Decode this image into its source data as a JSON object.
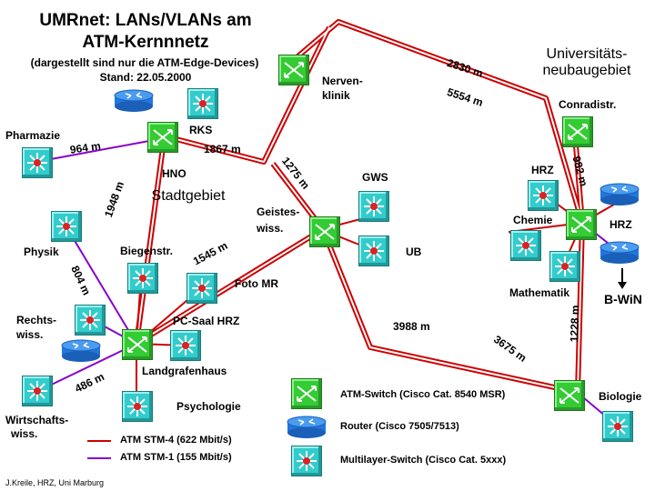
{
  "title": {
    "line1": "UMRnet: LANs/VLANs am",
    "line2": "ATM-Kernnnetz",
    "line3": "(dargestellt sind nur die ATM-Edge-Devices)",
    "line4": "Stand: 22.05.2000"
  },
  "regions": {
    "stadtgebiet": "Stadtgebiet",
    "uni_line1": "Universitäts-",
    "uni_line2": "neubaugebiet"
  },
  "labels": {
    "rks": "RKS",
    "hno": "HNO",
    "pharmazie": "Pharmazie",
    "physik": "Physik",
    "biegenstr": "Biegenstr.",
    "foto_mr": "Foto MR",
    "rechts_1": "Rechts-",
    "rechts_2": "wiss.",
    "pc_saal": "PC-Saal HRZ",
    "landgrafenhaus": "Landgrafenhaus",
    "wirtschafts_1": "Wirtschafts-",
    "wirtschafts_2": "wiss.",
    "psychologie": "Psychologie",
    "nervenklinik_1": "Nerven-",
    "nervenklinik_2": "klinik",
    "gws": "GWS",
    "geistes_1": "Geistes-",
    "geistes_2": "wiss.",
    "ub": "UB",
    "conradistr": "Conradistr.",
    "hrz_ml": "HRZ",
    "chemie": "Chemie",
    "hrz_router": "HRZ",
    "mathematik": "Mathematik",
    "bwin": "B-WiN",
    "biologie": "Biologie"
  },
  "distances": {
    "d2830": "2830 m",
    "d5554": "5554 m",
    "d964": "964  m",
    "d1867": "1867 m",
    "d1275": "1275 m",
    "d982": "982 m",
    "d1948": "1948 m",
    "d1545": "1545 m",
    "d804": "804 m",
    "d486": "486 m",
    "d3988": "3988 m",
    "d3675": "3675 m",
    "d1228": "1228 m"
  },
  "legend": {
    "stm4": "ATM STM-4 (622 Mbit/s)",
    "stm1": "ATM STM-1 (155 Mbit/s)",
    "atm_switch": "ATM-Switch (Cisco Cat. 8540 MSR)",
    "router": "Router (Cisco 7505/7513)",
    "multilayer": "Multilayer-Switch (Cisco Cat. 5xxx)"
  },
  "colors": {
    "stm4": "#cc0000",
    "stm1": "#8800cc",
    "atm_switch": "#33cc33",
    "multilayer_switch": "#33cccc",
    "router": "#2277dd"
  },
  "credit": "J.Kreile, HRZ, Uni Marburg"
}
